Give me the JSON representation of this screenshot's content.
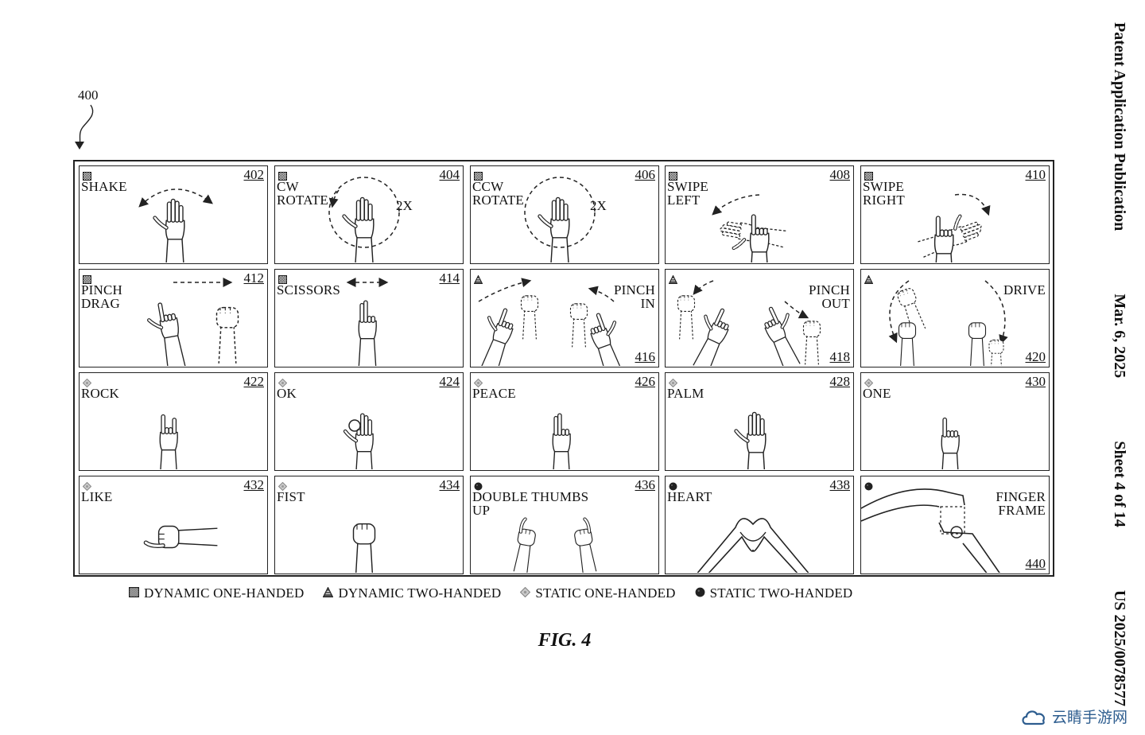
{
  "figure": {
    "ref_number": "400",
    "caption": "FIG. 4"
  },
  "margin_header": {
    "title": "Patent Application Publication",
    "date": "Mar. 6, 2025",
    "sheet": "Sheet 4 of 14",
    "pub_number": "US 2025/0078577"
  },
  "legend": [
    {
      "type": "dyn1",
      "label": "DYNAMIC ONE-HANDED"
    },
    {
      "type": "dyn2",
      "label": "DYNAMIC TWO-HANDED"
    },
    {
      "type": "st1",
      "label": "STATIC ONE-HANDED"
    },
    {
      "type": "st2",
      "label": "STATIC TWO-HANDED"
    }
  ],
  "gestures": [
    {
      "label": "SHAKE",
      "num": "402",
      "type": "dyn1",
      "align": "left",
      "numpos": "tr",
      "art": "shake"
    },
    {
      "label": "CW\nROTATE",
      "num": "404",
      "type": "dyn1",
      "align": "left",
      "numpos": "tr",
      "note": "2X",
      "art": "cw"
    },
    {
      "label": "CCW\nROTATE",
      "num": "406",
      "type": "dyn1",
      "align": "left",
      "numpos": "tr",
      "note": "2X",
      "art": "ccw"
    },
    {
      "label": "SWIPE\nLEFT",
      "num": "408",
      "type": "dyn1",
      "align": "left",
      "numpos": "tr",
      "art": "swl"
    },
    {
      "label": "SWIPE\nRIGHT",
      "num": "410",
      "type": "dyn1",
      "align": "left",
      "numpos": "tr",
      "art": "swr"
    },
    {
      "label": "PINCH\nDRAG",
      "num": "412",
      "type": "dyn1",
      "align": "left",
      "numpos": "tr",
      "art": "pdrag"
    },
    {
      "label": "SCISSORS",
      "num": "414",
      "type": "dyn1",
      "align": "left",
      "numpos": "tr",
      "art": "scis"
    },
    {
      "label": "PINCH\nIN",
      "num": "416",
      "type": "dyn2",
      "align": "right",
      "numpos": "br",
      "art": "pin"
    },
    {
      "label": "PINCH\nOUT",
      "num": "418",
      "type": "dyn2",
      "align": "right",
      "numpos": "br",
      "art": "pout"
    },
    {
      "label": "DRIVE",
      "num": "420",
      "type": "dyn2",
      "align": "right",
      "numpos": "br",
      "art": "drive"
    },
    {
      "label": "ROCK",
      "num": "422",
      "type": "st1",
      "align": "left",
      "numpos": "tr",
      "art": "rock"
    },
    {
      "label": "OK",
      "num": "424",
      "type": "st1",
      "align": "left",
      "numpos": "tr",
      "art": "ok"
    },
    {
      "label": "PEACE",
      "num": "426",
      "type": "st1",
      "align": "left",
      "numpos": "tr",
      "art": "peace"
    },
    {
      "label": "PALM",
      "num": "428",
      "type": "st1",
      "align": "left",
      "numpos": "tr",
      "art": "palm"
    },
    {
      "label": "ONE",
      "num": "430",
      "type": "st1",
      "align": "left",
      "numpos": "tr",
      "art": "one"
    },
    {
      "label": "LIKE",
      "num": "432",
      "type": "st1",
      "align": "left",
      "numpos": "tr",
      "art": "like"
    },
    {
      "label": "FIST",
      "num": "434",
      "type": "st1",
      "align": "left",
      "numpos": "tr",
      "art": "fist"
    },
    {
      "label": "DOUBLE THUMBS\nUP",
      "num": "436",
      "type": "st2",
      "align": "left",
      "numpos": "tr",
      "art": "dthumbs"
    },
    {
      "label": "HEART",
      "num": "438",
      "type": "st2",
      "align": "left",
      "numpos": "tr",
      "art": "heart"
    },
    {
      "label": "FINGER\nFRAME",
      "num": "440",
      "type": "st2",
      "align": "right",
      "numpos": "br",
      "art": "frame"
    }
  ],
  "watermark": {
    "text": "云睛手游网",
    "icon": "cloud-logo-icon"
  }
}
